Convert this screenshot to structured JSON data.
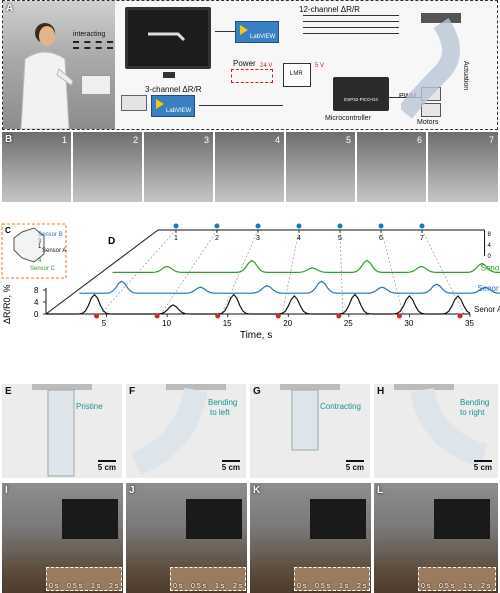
{
  "panel_labels": [
    "A",
    "B",
    "C",
    "D",
    "E",
    "F",
    "G",
    "H",
    "I",
    "J",
    "K",
    "L"
  ],
  "panelA": {
    "interacting": "interacting",
    "twelve_channel": "12-channel ΔR/R",
    "three_channel": "3-channel ΔR/R",
    "labview": "LabVIEW",
    "power": "Power",
    "power_24v": "24 V",
    "power_5v": "5 V",
    "lmr": "LMR",
    "esp_chip": "ESP32-PICO-D4",
    "microcontroller": "Microcontroller",
    "pwm": "PWM",
    "motors": "Motors",
    "actuation": "Actuation"
  },
  "panelB": {
    "frames": [
      "1",
      "2",
      "3",
      "4",
      "5",
      "6",
      "7"
    ]
  },
  "panelC": {
    "sensor_b": "Sensor B",
    "sensor_a": "Sensor A",
    "sensor_c": "Sensor C",
    "num_a": "1",
    "num_b": "3",
    "num_c": "4"
  },
  "chart_data": {
    "type": "line",
    "xlabel": "Time, s",
    "ylabel": "ΔR/R0, %",
    "xticks": [
      "5",
      "10",
      "15",
      "20",
      "25",
      "30",
      "35"
    ],
    "yticks": [
      "0",
      "4",
      "8"
    ],
    "ylim": [
      0,
      8
    ],
    "xlim": [
      0,
      35
    ],
    "grid": false,
    "back_axis_ticks": [
      "1",
      "2",
      "3",
      "4",
      "5",
      "6",
      "7"
    ],
    "back_yticks": [
      "0",
      "4",
      "8"
    ],
    "series": [
      {
        "name": "Senor C",
        "color": "#2ca02c",
        "peaks_x": [
          4.5,
          11.5,
          16.5,
          21,
          25.5,
          30.5,
          34
        ],
        "peaks_y": [
          2,
          4,
          1.5,
          4,
          2,
          3,
          3.5
        ]
      },
      {
        "name": "Senor B",
        "color": "#1f77b4",
        "peaks_x": [
          3.5,
          10,
          15.5,
          20,
          25,
          29.5,
          33.5
        ],
        "peaks_y": [
          4,
          2,
          2.5,
          4,
          2,
          3,
          2
        ]
      },
      {
        "name": "Senor A",
        "color": "#111111",
        "peaks_x": [
          4,
          10.5,
          15.5,
          20.5,
          25.5,
          30,
          34
        ],
        "peaks_y": [
          6.5,
          3,
          6.5,
          6,
          6.5,
          6,
          6
        ]
      }
    ]
  },
  "panelsEFGH": {
    "E": {
      "state": "Pristine",
      "scale": "5 cm"
    },
    "F": {
      "state_line1": "Bending",
      "state_line2": "to left",
      "scale": "5 cm"
    },
    "G": {
      "state": "Contracting",
      "scale": "5 cm"
    },
    "H": {
      "state_line1": "Bending",
      "state_line2": "to right",
      "scale": "5 cm"
    }
  },
  "panelsIJKL": {
    "times": [
      "0 s",
      "0.5 s",
      "1 s",
      "2 s"
    ]
  }
}
